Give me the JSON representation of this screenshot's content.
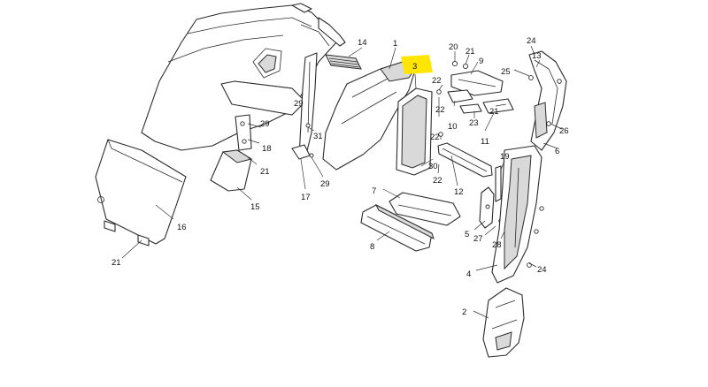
{
  "colors": {
    "highlight": "#ffe500",
    "line": "#2b2b2b",
    "background": "#ffffff"
  },
  "highlighted_callout": "3",
  "callouts": [
    "1",
    "2",
    "3",
    "4",
    "5",
    "6",
    "7",
    "8",
    "9",
    "10",
    "11",
    "12",
    "13",
    "14",
    "15",
    "16",
    "17",
    "18",
    "19",
    "20",
    "21",
    "21",
    "21",
    "21",
    "22",
    "22",
    "22",
    "22",
    "23",
    "24",
    "24",
    "25",
    "26",
    "27",
    "28",
    "29",
    "29",
    "29",
    "30",
    "31"
  ]
}
